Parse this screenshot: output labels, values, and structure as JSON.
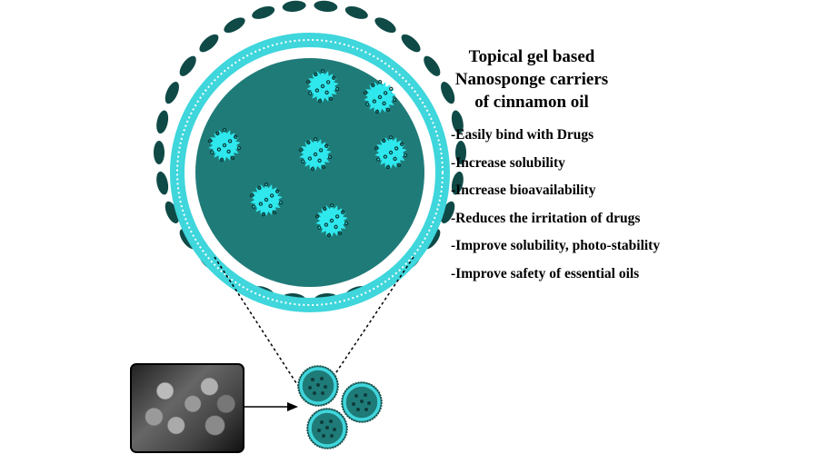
{
  "title_lines": [
    "Topical gel based",
    "Nanosponge carriers",
    "of cinnamon oil"
  ],
  "benefits": [
    "-Easily bind with Drugs",
    "-Increase solubility",
    "-Increase bioavailability",
    "-Reduces the irritation of drugs",
    "-Improve solubility, photo-stability",
    "-Improve safety of essential oils"
  ],
  "colors": {
    "core": "#1f7b78",
    "membrane": "#3fd6dc",
    "outer_ellipses": "#0f4a47",
    "sponge": "#2ee8ee"
  }
}
